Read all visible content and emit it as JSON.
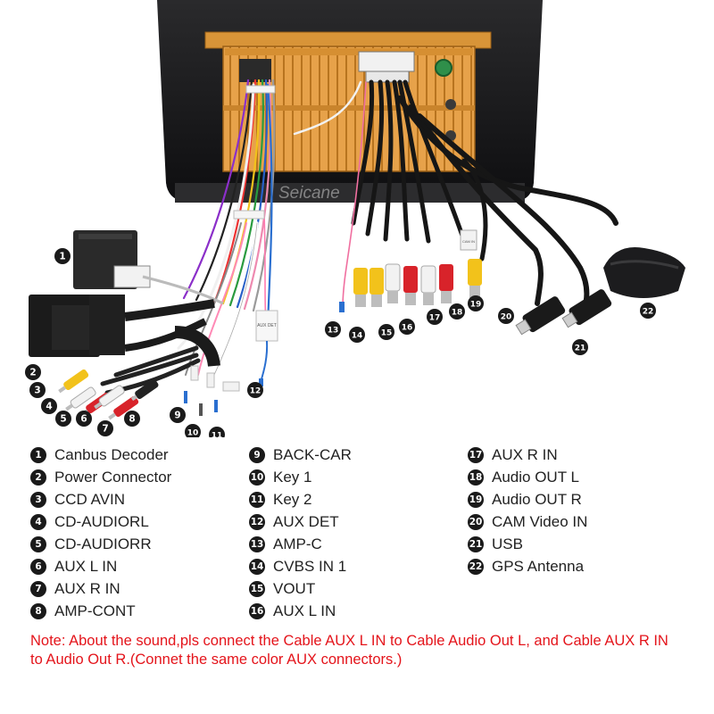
{
  "diagram": {
    "brand_watermark": "Seicane",
    "tag_labels": {
      "aux_det": "AUX DET",
      "cam_plug": "CAM IN"
    }
  },
  "legend": {
    "columns": [
      [
        {
          "num": "1",
          "label": "Canbus Decoder"
        },
        {
          "num": "2",
          "label": "Power Connector"
        },
        {
          "num": "3",
          "label": "CCD AVIN"
        },
        {
          "num": "4",
          "label": "CD-AUDIORL"
        },
        {
          "num": "5",
          "label": "CD-AUDIORR"
        },
        {
          "num": "6",
          "label": "AUX L IN"
        },
        {
          "num": "7",
          "label": "AUX R IN"
        },
        {
          "num": "8",
          "label": "AMP-CONT"
        }
      ],
      [
        {
          "num": "9",
          "label": "BACK-CAR"
        },
        {
          "num": "10",
          "label": "Key 1"
        },
        {
          "num": "11",
          "label": "Key 2"
        },
        {
          "num": "12",
          "label": "AUX DET"
        },
        {
          "num": "13",
          "label": "AMP-C"
        },
        {
          "num": "14",
          "label": "CVBS IN 1"
        },
        {
          "num": "15",
          "label": "VOUT"
        },
        {
          "num": "16",
          "label": "AUX L IN"
        }
      ],
      [
        {
          "num": "17",
          "label": "AUX R IN"
        },
        {
          "num": "18",
          "label": "Audio OUT L"
        },
        {
          "num": "19",
          "label": "Audio OUT R"
        },
        {
          "num": "20",
          "label": "CAM Video IN"
        },
        {
          "num": "21",
          "label": "USB"
        },
        {
          "num": "22",
          "label": "GPS Antenna"
        }
      ]
    ]
  },
  "note": "Note: About the sound,pls connect the Cable AUX L IN to Cable Audio Out L, and Cable AUX R IN to  Audio Out R.(Connet the same color AUX connectors.)",
  "colors": {
    "note_red": "#e4141b",
    "board_orange": "#e39b3e",
    "frame_dark": "#1d1d1f",
    "rca_yellow": "#f2c21b",
    "rca_red": "#d8232a",
    "rca_white": "#f2f2f2",
    "cable_black": "#161616"
  },
  "callouts": [
    "1",
    "2",
    "3",
    "4",
    "5",
    "6",
    "7",
    "8",
    "9",
    "10",
    "11",
    "12",
    "13",
    "14",
    "15",
    "16",
    "17",
    "18",
    "19",
    "20",
    "21",
    "22"
  ]
}
